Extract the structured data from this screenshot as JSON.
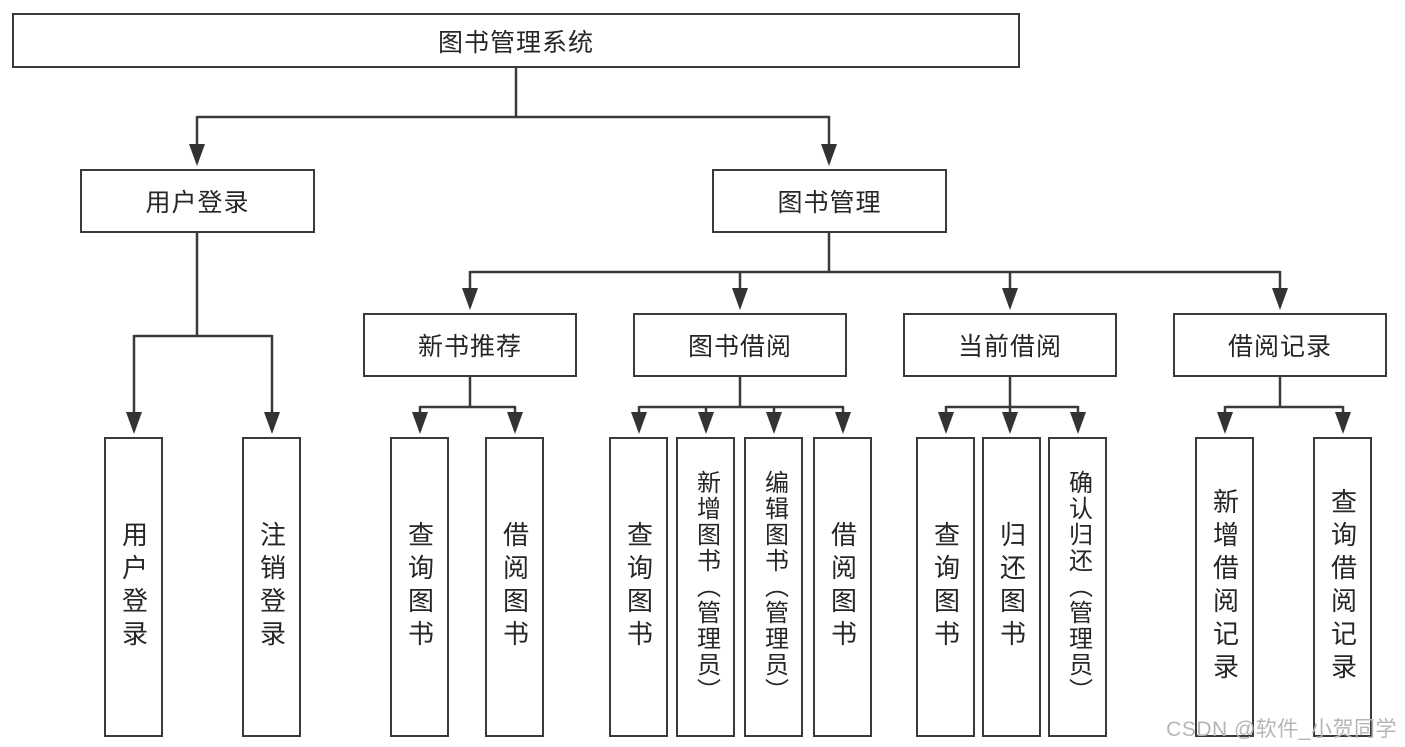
{
  "diagram": {
    "root": {
      "label": "图书管理系统"
    },
    "level2": [
      {
        "label": "用户登录"
      },
      {
        "label": "图书管理"
      }
    ],
    "level3": [
      {
        "label": "新书推荐"
      },
      {
        "label": "图书借阅"
      },
      {
        "label": "当前借阅"
      },
      {
        "label": "借阅记录"
      }
    ],
    "leaves": [
      {
        "label": "用户登录"
      },
      {
        "label": "注销登录"
      },
      {
        "label": "查询图书"
      },
      {
        "label": "借阅图书"
      },
      {
        "label": "查询图书"
      },
      {
        "label": "新增图书（管理员）"
      },
      {
        "label": "编辑图书（管理员）"
      },
      {
        "label": "借阅图书"
      },
      {
        "label": "查询图书"
      },
      {
        "label": "归还图书"
      },
      {
        "label": "确认归还（管理员）"
      },
      {
        "label": "新增借阅记录"
      },
      {
        "label": "查询借阅记录"
      }
    ]
  },
  "watermark": {
    "text": "CSDN @软件_小贺同学"
  },
  "colors": {
    "line": "#3a3a3a",
    "box_border": "#3a3a3a",
    "text": "#262626",
    "watermark": "#b5b5b5",
    "background": "#ffffff"
  }
}
